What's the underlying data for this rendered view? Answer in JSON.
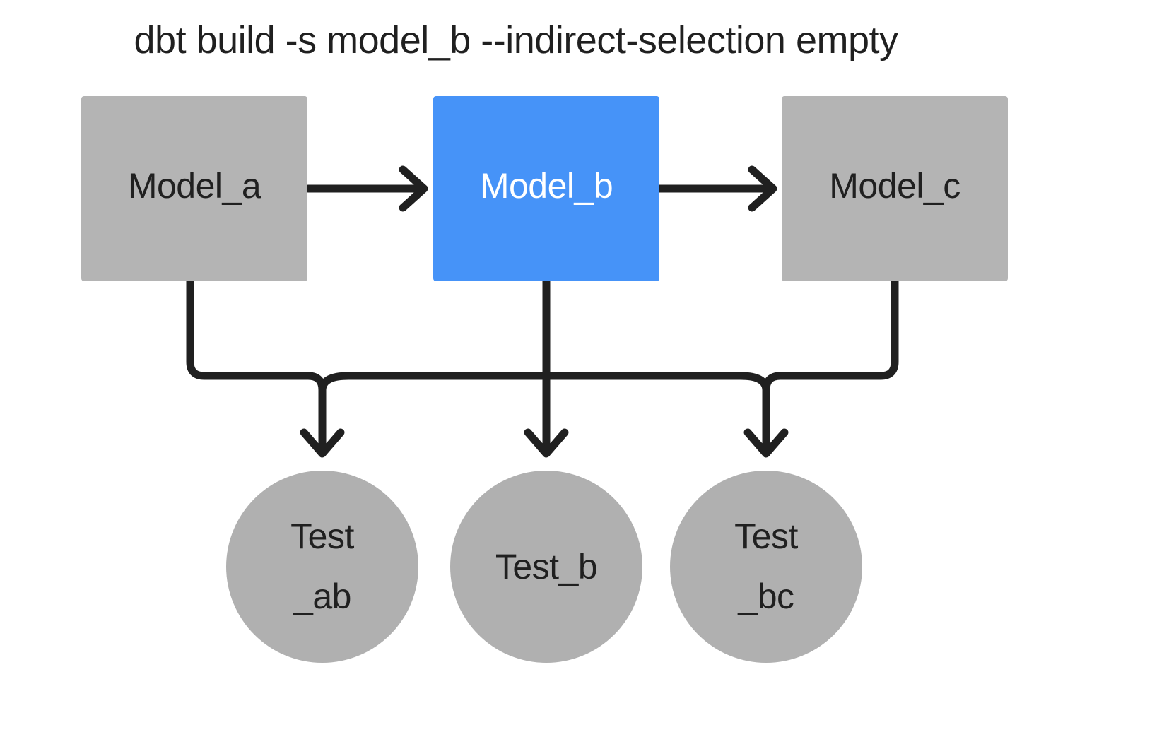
{
  "diagram": {
    "title": "dbt build -s model_b --indirect-selection empty",
    "colors": {
      "background": "#ffffff",
      "node_gray": "#b4b4b4",
      "node_gray_circle": "#b0b0b0",
      "node_selected_blue": "#4693f8",
      "edge_stroke": "#202020",
      "text_dark": "#202020",
      "text_light": "#ffffff"
    },
    "models": [
      {
        "id": "model_a",
        "label": "Model_a",
        "shape": "rectangle",
        "state": "unselected",
        "fill": "#b4b4b4",
        "text_color": "#202020"
      },
      {
        "id": "model_b",
        "label": "Model_b",
        "shape": "rectangle",
        "state": "selected",
        "fill": "#4693f8",
        "text_color": "#ffffff"
      },
      {
        "id": "model_c",
        "label": "Model_c",
        "shape": "rectangle",
        "state": "unselected",
        "fill": "#b4b4b4",
        "text_color": "#202020"
      }
    ],
    "tests": [
      {
        "id": "test_ab",
        "label": "Test\n_ab",
        "shape": "circle",
        "state": "unselected",
        "fill": "#b0b0b0",
        "lines": 2
      },
      {
        "id": "test_b",
        "label": "Test_b",
        "shape": "circle",
        "state": "unselected",
        "fill": "#b0b0b0",
        "lines": 1
      },
      {
        "id": "test_bc",
        "label": "Test\n_bc",
        "shape": "circle",
        "state": "unselected",
        "fill": "#b0b0b0",
        "lines": 2
      }
    ],
    "edges": [
      {
        "from": "model_a",
        "to": "model_b",
        "style": "horizontal-arrow"
      },
      {
        "from": "model_b",
        "to": "model_c",
        "style": "horizontal-arrow"
      },
      {
        "from": "model_a",
        "to": "test_ab",
        "style": "elbow-arrow"
      },
      {
        "from": "model_b",
        "to": "test_ab",
        "style": "elbow-arrow"
      },
      {
        "from": "model_b",
        "to": "test_b",
        "style": "vertical-arrow"
      },
      {
        "from": "model_b",
        "to": "test_bc",
        "style": "elbow-arrow"
      },
      {
        "from": "model_c",
        "to": "test_bc",
        "style": "elbow-arrow"
      }
    ]
  }
}
